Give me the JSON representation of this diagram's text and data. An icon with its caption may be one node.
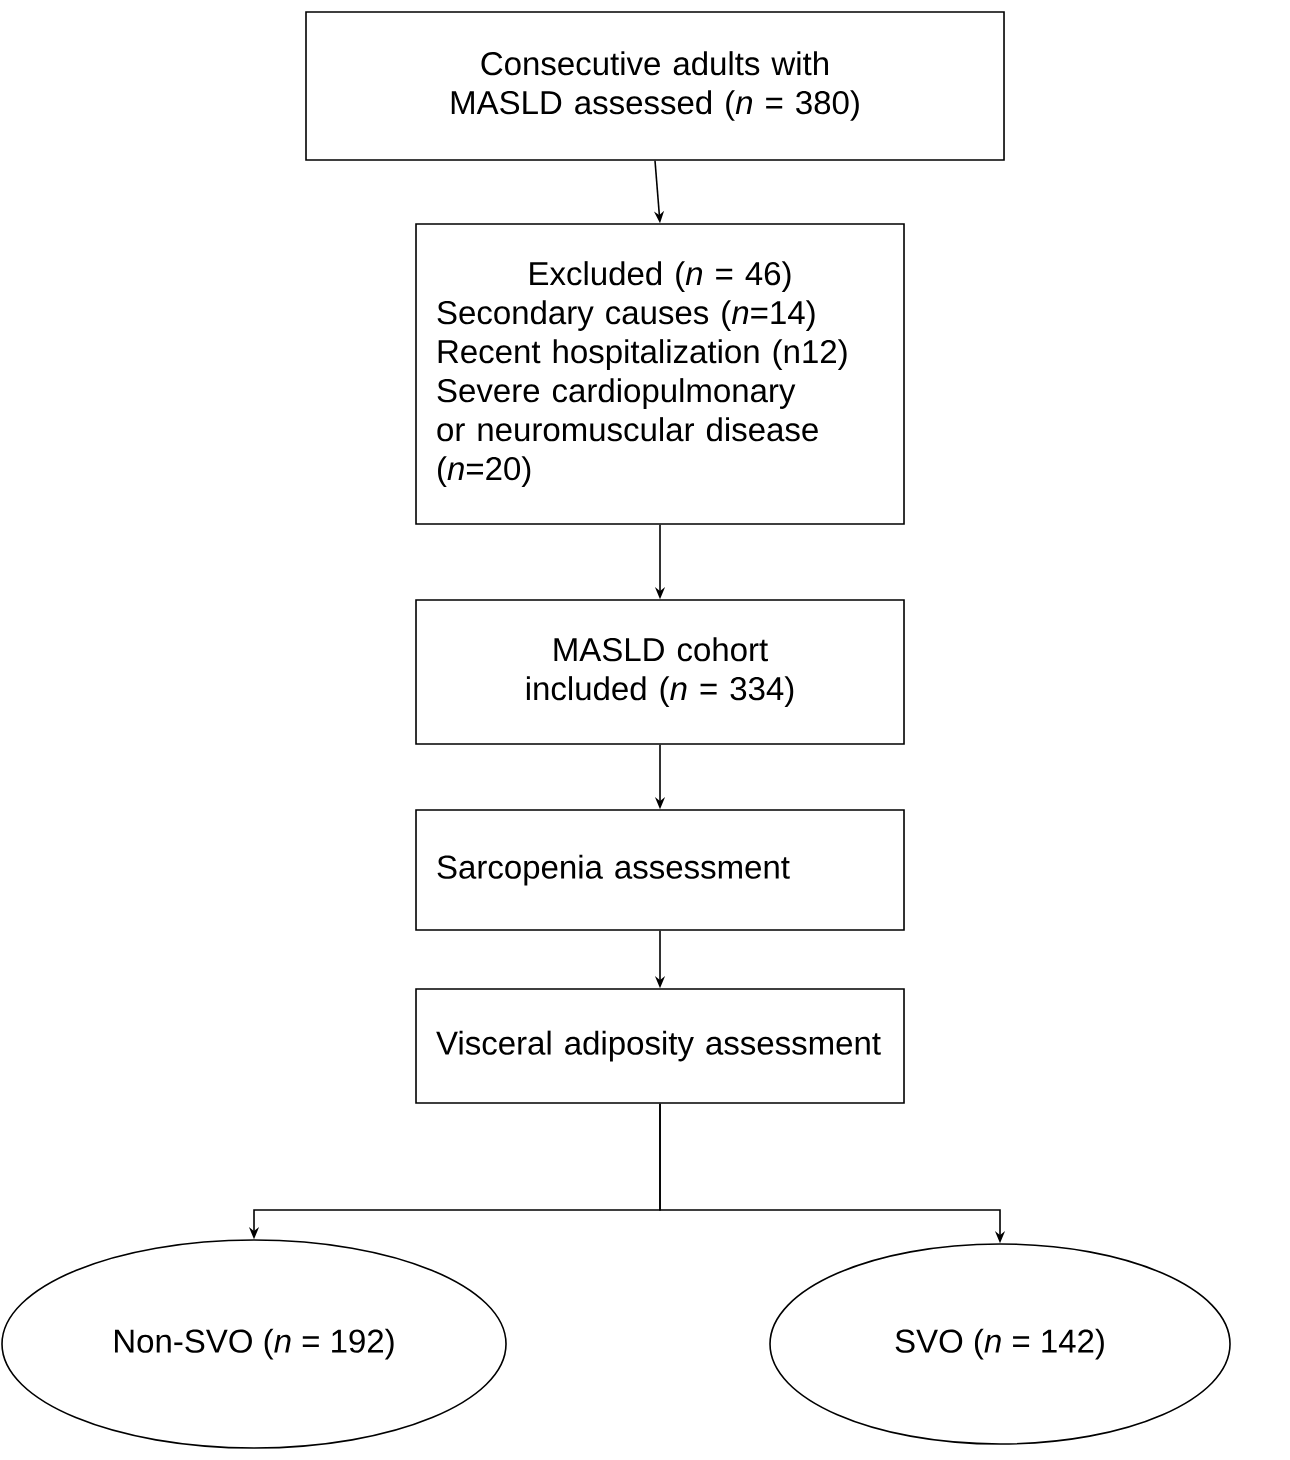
{
  "diagram": {
    "nodes": [
      {
        "text": [
          "Consecutive adults with MASLD assessed (*n* = 380)"
        ]
      },
      {
        "text": [
          "Excluded (*n* = 46)",
          "Secondary causes (*n*=14)",
          "Recent hospitalization (n12)",
          "Severe cardiopulmonary or neuromuscular disease (*n*=20)"
        ]
      },
      {
        "text": [
          "MASLD cohort included (*n* = 334)"
        ]
      },
      {
        "text": [
          "Sarcopenia assessment"
        ]
      },
      {
        "text": [
          "Visceral adiposity assessment"
        ]
      },
      {
        "text": [
          "Non-SVO (*n* = 192)"
        ]
      },
      {
        "text": [
          "SVO (*n* = 142)"
        ]
      }
    ],
    "edges": [
      {
        "from": 0,
        "to": 1,
        "arrow": "to"
      },
      {
        "from": 1,
        "to": 2,
        "arrow": "to"
      },
      {
        "from": 2,
        "to": 3,
        "arrow": "to"
      },
      {
        "from": 3,
        "to": 4,
        "arrow": "to"
      },
      {
        "from": 4,
        "to": 5,
        "arrow": "to"
      },
      {
        "from": 4,
        "to": 6,
        "arrow": "to"
      }
    ]
  }
}
